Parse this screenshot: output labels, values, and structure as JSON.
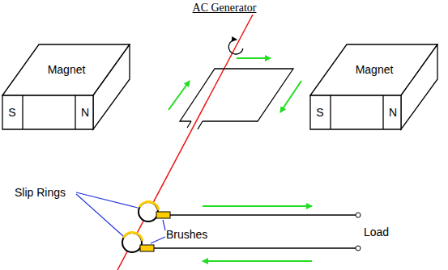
{
  "diagram": {
    "title": "AC Generator",
    "nodes": [
      {
        "text": [
          "Magnet",
          "S",
          "N"
        ]
      },
      {
        "text": [
          "Magnet",
          "S",
          "N"
        ]
      }
    ],
    "labels": [
      "Slip Rings",
      "Brushes",
      "Load"
    ]
  }
}
